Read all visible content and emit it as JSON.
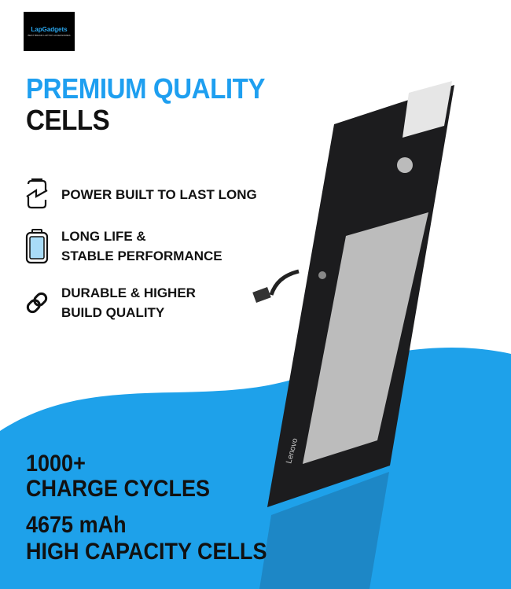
{
  "logo": {
    "brand": "LapGadgets",
    "tagline": "BEST BRAND LAPTOP ACCESSORIES"
  },
  "headline": {
    "line1": "PREMIUM QUALITY",
    "line2": "CELLS"
  },
  "features": [
    {
      "icon": "battery-power-icon",
      "line1": "POWER BUILT TO LAST LONG",
      "line2": ""
    },
    {
      "icon": "battery-full-icon",
      "line1": "LONG LIFE &",
      "line2": "STABLE PERFORMANCE"
    },
    {
      "icon": "link-icon",
      "line1": "DURABLE & HIGHER",
      "line2": "BUILD QUALITY"
    }
  ],
  "stats": {
    "cycles_value": "1000+",
    "cycles_label": "CHARGE CYCLES",
    "capacity_value": "4675 mAh",
    "capacity_label": "HIGH CAPACITY CELLS"
  },
  "product": {
    "brand_label": "Lenovo"
  },
  "colors": {
    "accent": "#1e9ff0",
    "text": "#111111",
    "wave": "#1ea1ea"
  }
}
